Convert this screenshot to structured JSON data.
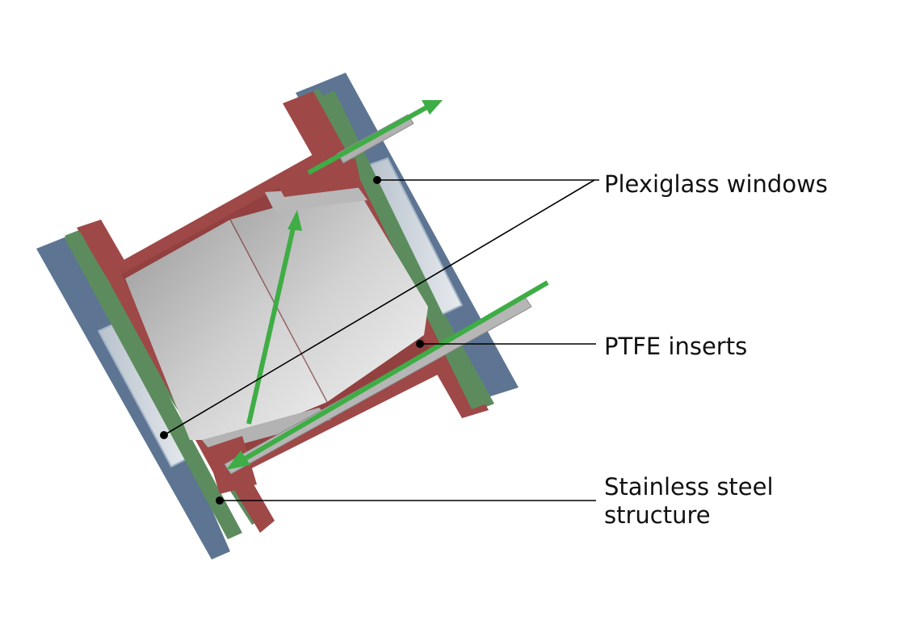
{
  "labels": {
    "windows": "Plexiglass windows",
    "inserts": "PTFE inserts",
    "structure_line1": "Stainless steel",
    "structure_line2": "structure"
  },
  "colors": {
    "steel": "#9e4848",
    "steel_dark": "#7e3434",
    "gasket": "#5c8c5e",
    "flange": "#5d7592",
    "flange_light": "#7f98bb",
    "plexiglass": "#cfd6dc",
    "ptfe_light": "#e4e4e4",
    "ptfe_dark": "#a8a8a8",
    "flow_arrow": "#3fad45",
    "leader": "#000000"
  },
  "icons": [
    "flow-arrow",
    "leader-dot"
  ]
}
